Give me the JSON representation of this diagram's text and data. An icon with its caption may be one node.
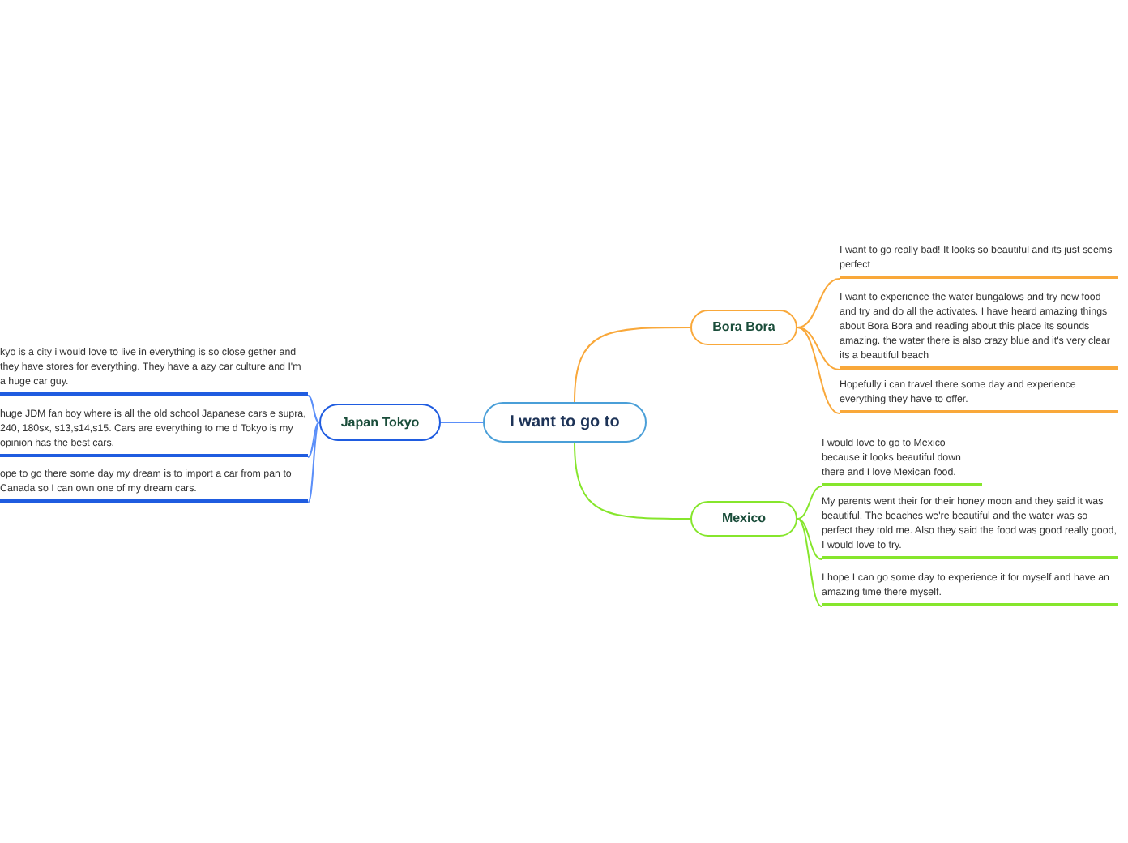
{
  "diagram": {
    "nodes": [
      {
        "text": [
          "I want to go to"
        ]
      },
      {
        "text": [
          "Bora Bora"
        ]
      },
      {
        "text": [
          "I want to go really bad! It looks so beautiful and its just seems perfect"
        ]
      },
      {
        "text": [
          "I want to experience the water bungalows and try new food and try and do all the activates. I have heard amazing things about Bora Bora and reading about this place its sounds amazing. the water there is also crazy blue and it's very clear its a beautiful beach"
        ]
      },
      {
        "text": [
          "Hopefully i can travel there some day and experience everything they have to offer."
        ]
      },
      {
        "text": [
          "Mexico"
        ]
      },
      {
        "text": [
          "I would love to go to Mexico because it looks beautiful down there and I love Mexican food."
        ]
      },
      {
        "text": [
          "My parents went their for their honey moon and they said it was beautiful. The beaches we're beautiful and the water was so perfect they told me. Also they said the food was good really good, I would love to try."
        ]
      },
      {
        "text": [
          "I hope I can go some day to experience it for myself  and have an amazing time there myself."
        ]
      },
      {
        "text": [
          "Japan Tokyo"
        ]
      },
      {
        "text": [
          "kyo is a city i would love to live in everything is so close gether and they have stores for everything. They have a azy car culture and I'm a huge car guy."
        ]
      },
      {
        "text": [
          "huge JDM fan boy where is all the old school Japanese cars e supra, 240, 180sx, s13,s14,s15. Cars are everything to me d Tokyo is my opinion has the best cars."
        ]
      },
      {
        "text": [
          "ope to go there some day my dream is to import a car from pan to Canada so I can own one of my dream cars."
        ]
      }
    ],
    "edges": [
      {
        "from": 0,
        "to": 1,
        "arrow": "none",
        "color": "#f9a83a"
      },
      {
        "from": 1,
        "to": 2,
        "arrow": "none",
        "color": "#f9a83a"
      },
      {
        "from": 1,
        "to": 3,
        "arrow": "none",
        "color": "#f9a83a"
      },
      {
        "from": 1,
        "to": 4,
        "arrow": "none",
        "color": "#f9a83a"
      },
      {
        "from": 0,
        "to": 5,
        "arrow": "none",
        "color": "#86e62c"
      },
      {
        "from": 5,
        "to": 6,
        "arrow": "none",
        "color": "#86e62c"
      },
      {
        "from": 5,
        "to": 7,
        "arrow": "none",
        "color": "#86e62c"
      },
      {
        "from": 5,
        "to": 8,
        "arrow": "none",
        "color": "#86e62c"
      },
      {
        "from": 0,
        "to": 9,
        "arrow": "none",
        "color": "#5b8ff9"
      },
      {
        "from": 9,
        "to": 10,
        "arrow": "none",
        "color": "#5b8ff9"
      },
      {
        "from": 9,
        "to": 11,
        "arrow": "none",
        "color": "#5b8ff9"
      },
      {
        "from": 9,
        "to": 12,
        "arrow": "none",
        "color": "#5b8ff9"
      }
    ]
  }
}
